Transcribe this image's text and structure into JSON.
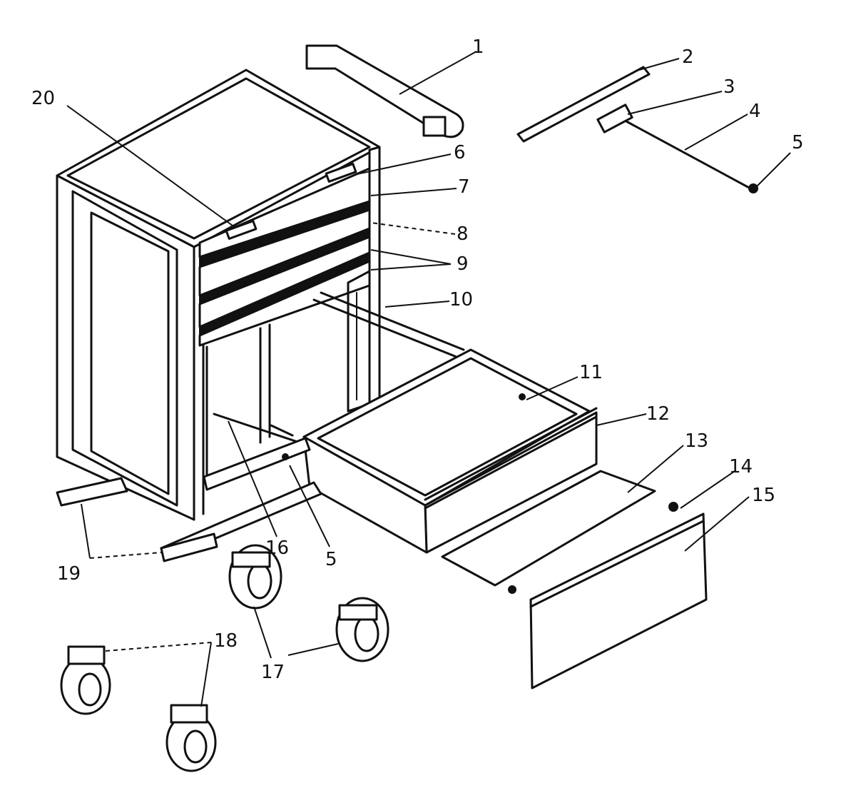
{
  "callouts": [
    {
      "id": "c1",
      "text": "1"
    },
    {
      "id": "c2",
      "text": "2"
    },
    {
      "id": "c3",
      "text": "3"
    },
    {
      "id": "c4",
      "text": "4"
    },
    {
      "id": "c5a",
      "text": "5"
    },
    {
      "id": "c6",
      "text": "6"
    },
    {
      "id": "c7",
      "text": "7"
    },
    {
      "id": "c8",
      "text": "8"
    },
    {
      "id": "c9",
      "text": "9"
    },
    {
      "id": "c10",
      "text": "10"
    },
    {
      "id": "c11",
      "text": "11"
    },
    {
      "id": "c12",
      "text": "12"
    },
    {
      "id": "c13",
      "text": "13"
    },
    {
      "id": "c14",
      "text": "14"
    },
    {
      "id": "c15",
      "text": "15"
    },
    {
      "id": "c16",
      "text": "16"
    },
    {
      "id": "c5b",
      "text": "5"
    },
    {
      "id": "c17",
      "text": "17"
    },
    {
      "id": "c18",
      "text": "18"
    },
    {
      "id": "c19",
      "text": "19"
    },
    {
      "id": "c20",
      "text": "20"
    }
  ]
}
